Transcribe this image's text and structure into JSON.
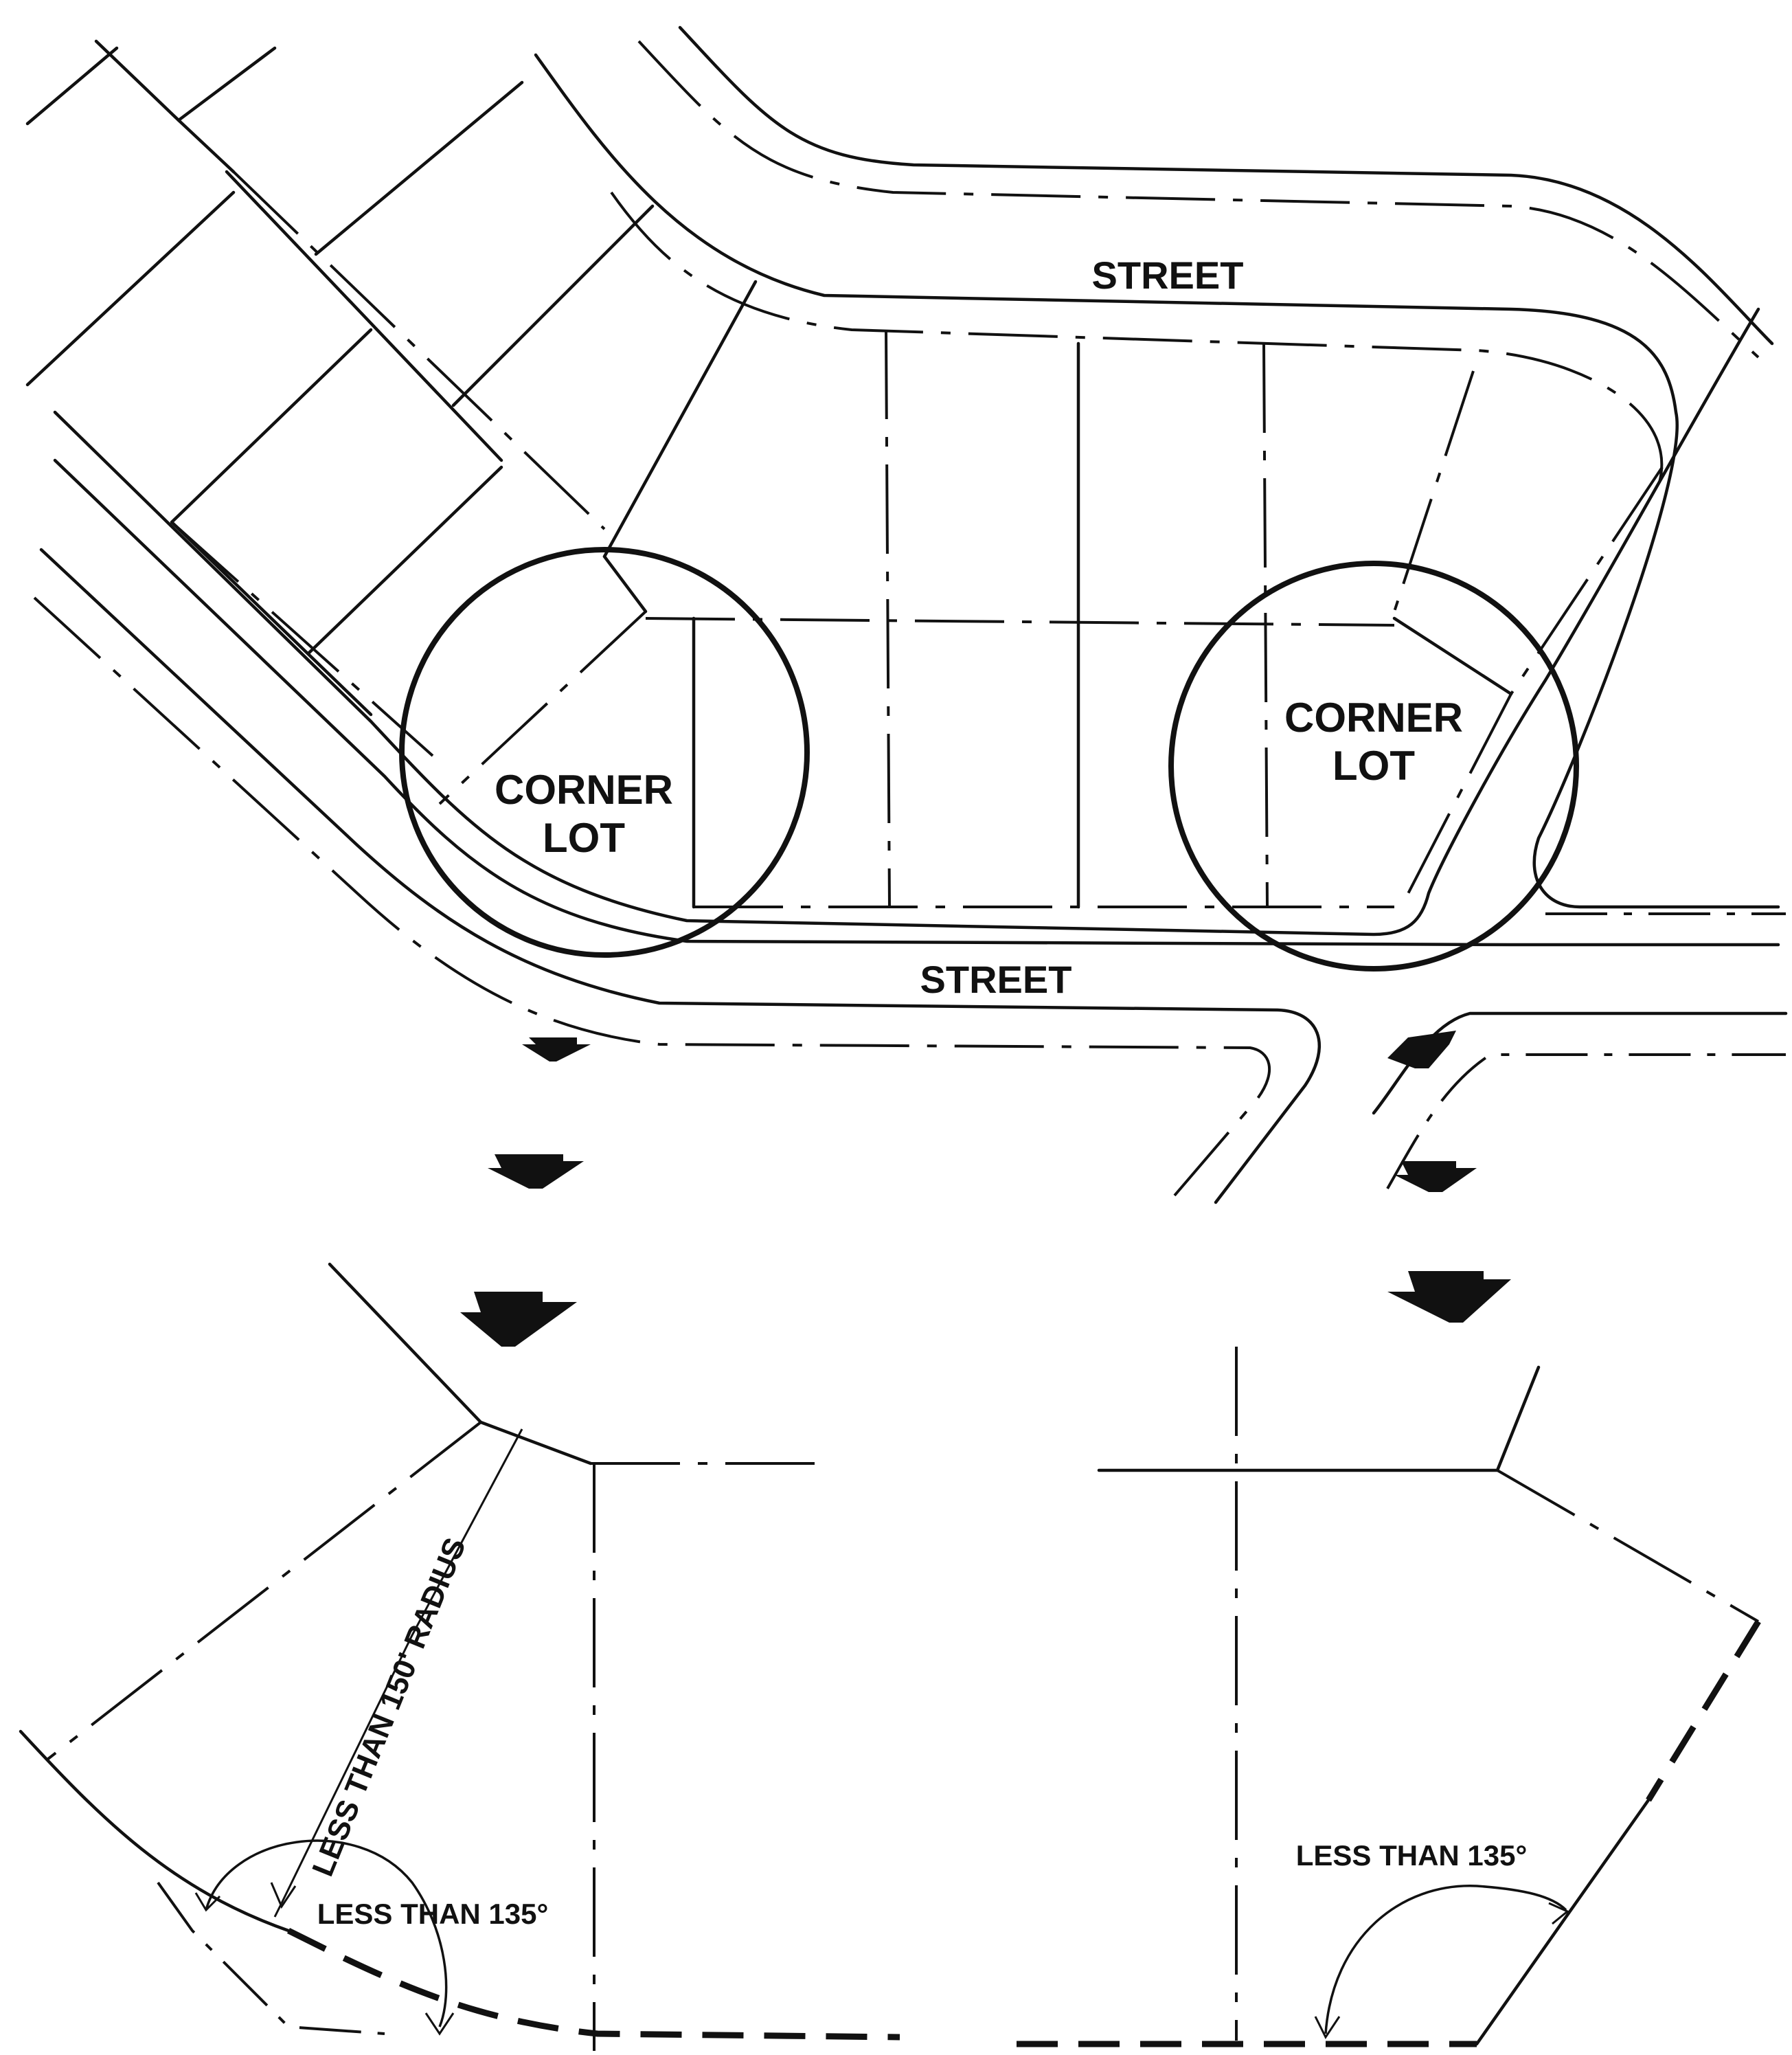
{
  "labels": {
    "street_top": "STREET",
    "street_middle": "STREET",
    "corner_lot_left_line1": "CORNER",
    "corner_lot_left_line2": "LOT",
    "corner_lot_right_line1": "CORNER",
    "corner_lot_right_line2": "LOT",
    "radius_note": "LESS THAN 150' RADIUS",
    "angle_note_left": "LESS THAN 135°",
    "angle_note_right": "LESS THAN 135°"
  }
}
